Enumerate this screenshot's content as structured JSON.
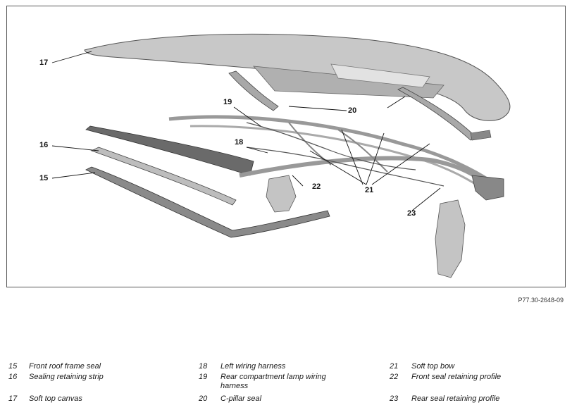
{
  "figure": {
    "code": "P77.30-2648-09",
    "callouts": [
      "17",
      "16",
      "15",
      "19",
      "18",
      "20",
      "22",
      "21",
      "23"
    ]
  },
  "legend": [
    {
      "num": "15",
      "text": "Front roof frame seal"
    },
    {
      "num": "16",
      "text": "Sealing retaining strip"
    },
    {
      "num": "17",
      "text": "Soft top canvas"
    },
    {
      "num": "18",
      "text": "Left wiring harness"
    },
    {
      "num": "19",
      "text": "Rear compartment lamp wiring harness"
    },
    {
      "num": "20",
      "text": "C-pillar seal"
    },
    {
      "num": "21",
      "text": "Soft top bow"
    },
    {
      "num": "22",
      "text": "Front seal retaining profile"
    },
    {
      "num": "23",
      "text": "Rear seal retaining profile"
    }
  ]
}
